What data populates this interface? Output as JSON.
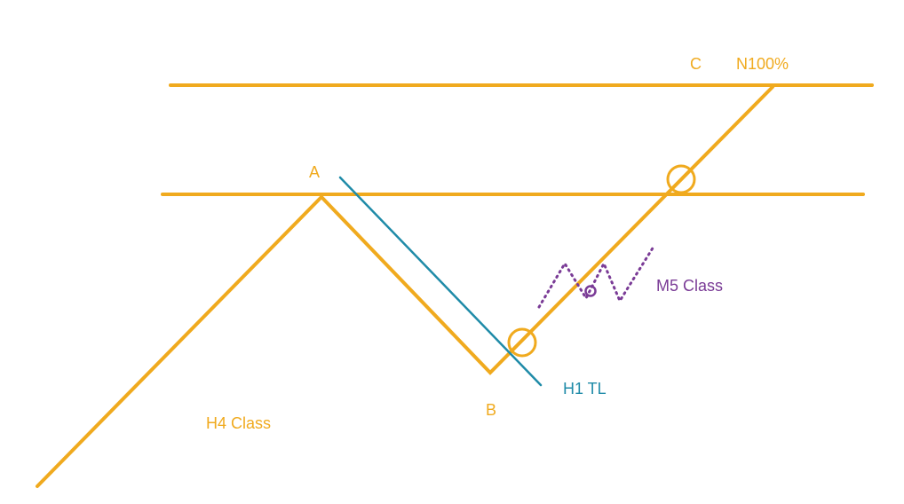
{
  "colors": {
    "main": "#F0AA1E",
    "trendline": "#1F8BA8",
    "minor": "#7A3B96"
  },
  "labels": {
    "point_a": "A",
    "point_b": "B",
    "point_c": "C",
    "target": "N100%",
    "h4": "H4 Class",
    "h1": "H1 TL",
    "m5": "M5 Class"
  }
}
